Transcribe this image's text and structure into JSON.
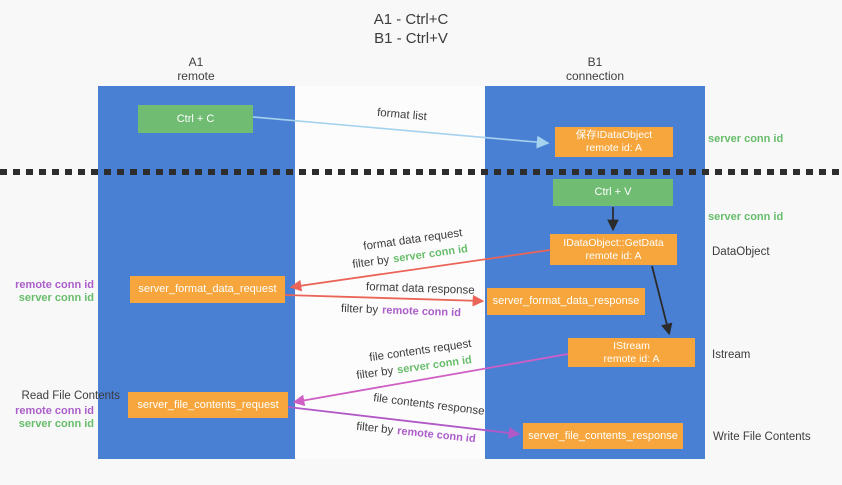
{
  "title": {
    "line1": "A1 - Ctrl+C",
    "line2": "B1 - Ctrl+V"
  },
  "columns": {
    "a1": {
      "name": "A1",
      "subtitle": "remote"
    },
    "b1": {
      "name": "B1",
      "subtitle": "connection"
    }
  },
  "nodes": {
    "ctrl_c": {
      "label": "Ctrl + C"
    },
    "ctrl_v": {
      "label": "Ctrl + V"
    },
    "save_idataobject": {
      "line1": "保存IDataObject",
      "line2": "remote id: A"
    },
    "idataobject_getdata": {
      "line1": "IDataObject::GetData",
      "line2": "remote id: A"
    },
    "istream": {
      "line1": "IStream",
      "line2": "remote id: A"
    },
    "server_format_data_request": {
      "label": "server_format_data_request"
    },
    "server_format_data_response": {
      "label": "server_format_data_response"
    },
    "server_file_contents_request": {
      "label": "server_file_contents_request"
    },
    "server_file_contents_response": {
      "label": "server_file_contents_response"
    }
  },
  "side_labels": {
    "server_conn_id_top": "server conn id",
    "server_conn_id_mid": "server conn id",
    "dataobject": "DataObject",
    "istream": "Istream",
    "read_file_contents": "Read File Contents",
    "write_file_contents": "Write File Contents",
    "left_format": {
      "remote": "remote conn id",
      "server": "server conn id"
    },
    "left_file": {
      "remote": "remote conn id",
      "server": "server conn id"
    }
  },
  "arrow_labels": {
    "format_list": "format list",
    "format_data_request": "format data request",
    "format_data_response": "format data response",
    "file_contents_request": "file contents request",
    "file_contents_response": "file contents response",
    "filter_by": "filter by",
    "server_conn_id": "server conn id",
    "remote_conn_id": "remote conn id"
  },
  "colors": {
    "column_blue": "#4a80d3",
    "node_orange": "#f6a63c",
    "node_green": "#70bc73",
    "text_green": "#67bd6b",
    "text_purple": "#ab5ec9",
    "arrow_red": "#ea6457",
    "arrow_pink": "#cf5ec5",
    "arrow_purple": "#b159c7",
    "arrow_lightblue": "#a5d2ee",
    "arrow_black": "#2b2b2b"
  }
}
